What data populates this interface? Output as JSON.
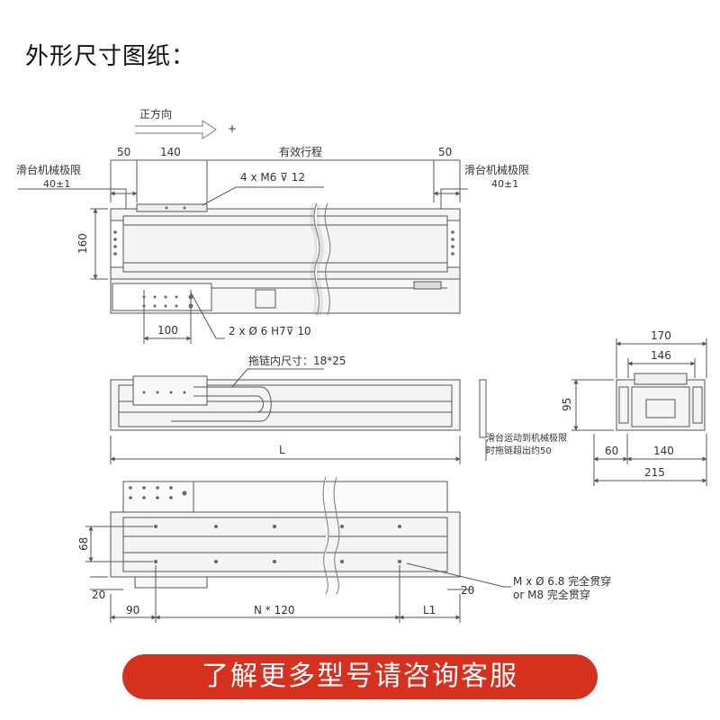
{
  "title": "外形尺寸图纸：",
  "direction": {
    "label": "正方向",
    "sign": "+"
  },
  "top_view": {
    "dim_50_left": "50",
    "dim_140": "140",
    "stroke_label": "有效行程",
    "dim_50_right": "50",
    "limit_left": "滑台机械极限",
    "limit_left_val": "40±1",
    "limit_right": "滑台机械极限",
    "limit_right_val": "40±1",
    "hole_callout": "4 x M6 ⊽ 12",
    "dim_160": "160",
    "dim_100": "100",
    "pin_callout": "2 x  Ø 6 H7⊽ 10"
  },
  "side_view": {
    "chain_label": "拖链内尺寸：18*25",
    "dim_L": "L",
    "note_line1": "滑台运动到机械极限",
    "note_line2": "时拖链超出约50"
  },
  "end_view": {
    "dim_170": "170",
    "dim_146": "146",
    "dim_95": "95",
    "dim_60": "60",
    "dim_140": "140",
    "dim_215": "215"
  },
  "bottom_view": {
    "dim_68": "68",
    "dim_20_left": "20",
    "dim_20_right": "20",
    "dim_90": "90",
    "dim_n120": "N * 120",
    "dim_L1": "L1",
    "mount_line1": "M x  Ø 6.8 完全贯穿",
    "mount_line2": "or M8  完全贯穿"
  },
  "cta": {
    "label": "了解更多型号请咨询客服"
  },
  "colors": {
    "cta_bg": "#d6301f",
    "line": "#555555",
    "body_fill": "#f3f3f3"
  }
}
